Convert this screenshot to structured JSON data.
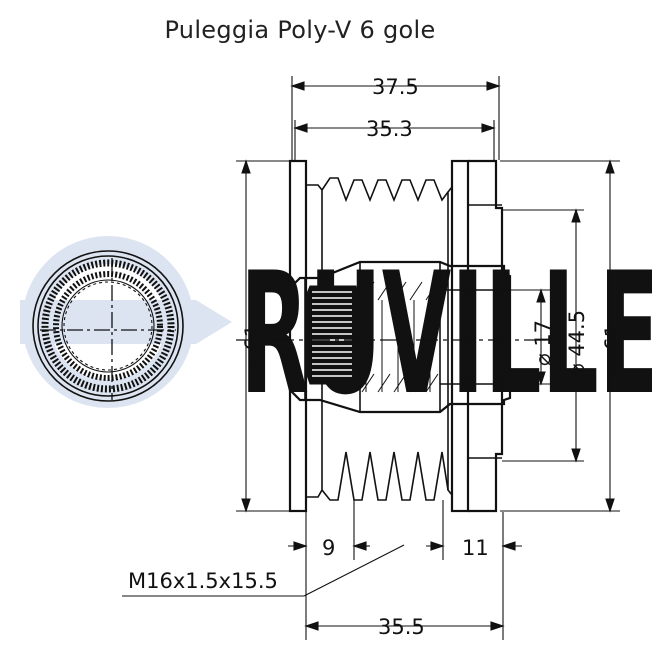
{
  "title": "Puleggia Poly-V 6 gole",
  "watermark": {
    "text": "RUVILLE",
    "color": "#dde4f1"
  },
  "colors": {
    "line": "#111111",
    "background": "#ffffff"
  },
  "dimensions": {
    "top_width": "37.5",
    "inner_width": "35.3",
    "bottom_width": "35.5",
    "left_groove": "9",
    "right_hub": "11",
    "thread": "M16x1.5x15.5",
    "dia_left": "⌀ 61",
    "dia_bore": "⌀ 17",
    "dia_hub": "⌀ 44.5",
    "dia_right": "⌀ 61"
  }
}
